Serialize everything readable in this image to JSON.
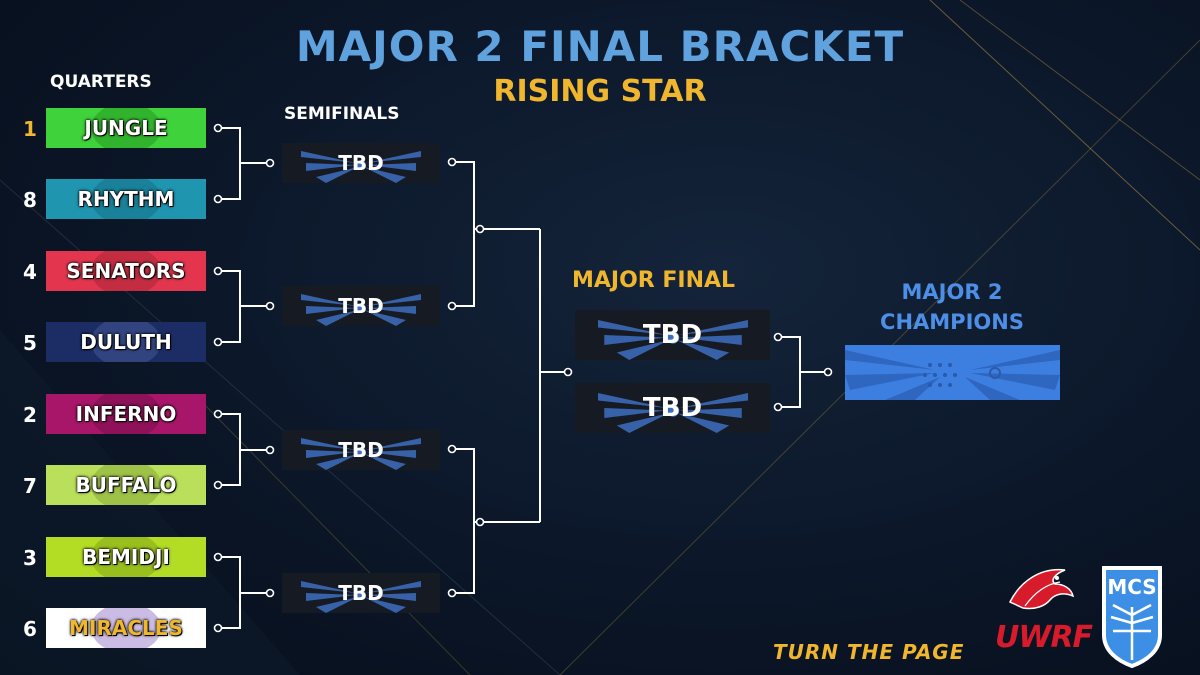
{
  "header": {
    "title": "MAJOR 2 FINAL BRACKET",
    "subtitle": "RISING STAR"
  },
  "columns": {
    "quarters": "QUARTERS",
    "semifinals": "SEMIFINALS",
    "major_final": "MAJOR FINAL",
    "champions_line1": "MAJOR 2",
    "champions_line2": "CHAMPIONS"
  },
  "quarterfinals": [
    {
      "seed": "1",
      "name": "JUNGLE",
      "color": "#3fd23a",
      "seed_color": "#f0b72e"
    },
    {
      "seed": "8",
      "name": "RHYTHM",
      "color": "#1f95b0",
      "seed_color": "#ffffff"
    },
    {
      "seed": "4",
      "name": "SENATORS",
      "color": "#e3364e",
      "seed_color": "#ffffff"
    },
    {
      "seed": "5",
      "name": "DULUTH",
      "color": "#1c2d66",
      "seed_color": "#ffffff"
    },
    {
      "seed": "2",
      "name": "INFERNO",
      "color": "#a8166a",
      "seed_color": "#ffffff"
    },
    {
      "seed": "7",
      "name": "BUFFALO",
      "color": "#b9df5b",
      "seed_color": "#ffffff"
    },
    {
      "seed": "3",
      "name": "BEMIDJI",
      "color": "#b3dc25",
      "seed_color": "#ffffff"
    },
    {
      "seed": "6",
      "name": "MIRACLES",
      "color": "#ffffff",
      "seed_color": "#ffffff",
      "text_color": "#f0b72e"
    }
  ],
  "semifinals": [
    "TBD",
    "TBD",
    "TBD",
    "TBD"
  ],
  "finals": [
    "TBD",
    "TBD"
  ],
  "footer": {
    "tagline": "TURN THE PAGE",
    "uwrf": "UWRF",
    "mcs": "MCS"
  },
  "colors": {
    "title": "#5fa2dd",
    "accent_gold": "#f0b72e",
    "champion_blue": "#3d7fe0",
    "box_dark": "#161a22"
  }
}
